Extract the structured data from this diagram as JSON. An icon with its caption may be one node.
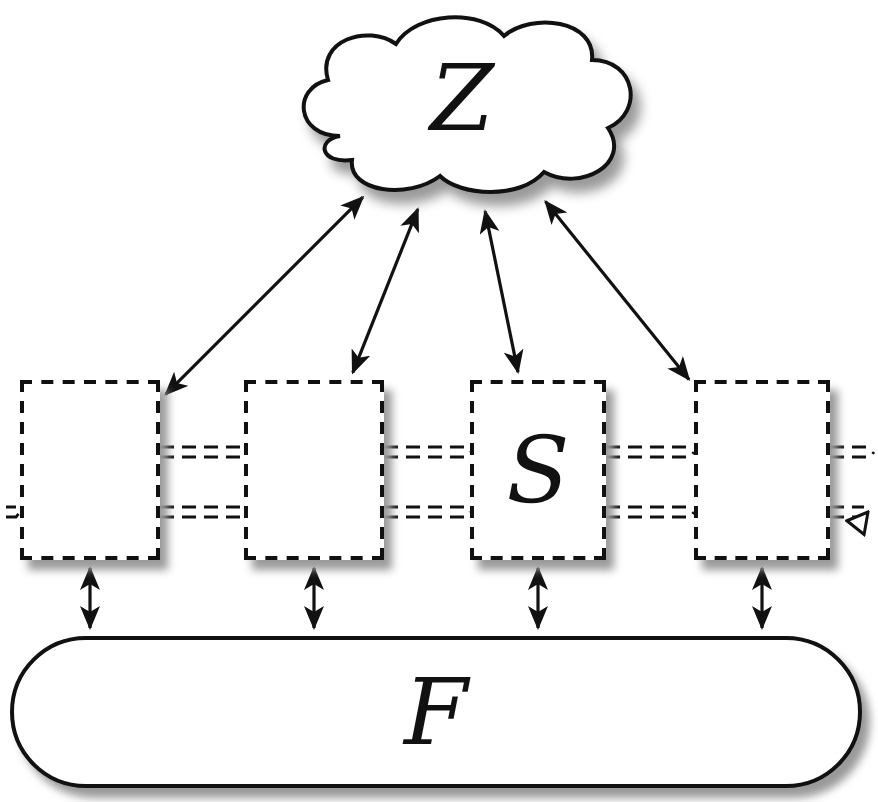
{
  "diagram": {
    "nodes": [
      {
        "text": [
          "Z"
        ]
      },
      {
        "text": [],
        "shape": "box"
      },
      {
        "text": [],
        "shape": "box"
      },
      {
        "text": [
          "S"
        ]
      },
      {
        "text": [],
        "shape": "box"
      },
      {
        "text": [
          "F"
        ]
      }
    ],
    "edges": [
      {
        "from": 0,
        "to": 1,
        "arrow": "both"
      },
      {
        "from": 0,
        "to": 2,
        "arrow": "both"
      },
      {
        "from": 0,
        "to": 3,
        "arrow": "both"
      },
      {
        "from": 0,
        "to": 4,
        "arrow": "both"
      },
      {
        "from": 1,
        "to": 5,
        "arrow": "both"
      },
      {
        "from": 2,
        "to": 5,
        "arrow": "both"
      },
      {
        "from": 3,
        "to": 5,
        "arrow": "both"
      },
      {
        "from": 4,
        "to": 5,
        "arrow": "both"
      },
      {
        "from": 1,
        "to": 2,
        "arrow": "none",
        "style": "dashed"
      },
      {
        "from": 2,
        "to": 3,
        "arrow": "none",
        "style": "dashed"
      },
      {
        "from": 3,
        "to": 4,
        "arrow": "none",
        "style": "dashed"
      },
      {
        "from": 4,
        "to": null,
        "arrow": "none",
        "style": "dashed"
      },
      {
        "from": null,
        "to": 1,
        "arrow": "none",
        "style": "dashed"
      },
      {
        "from": 1,
        "to": 2,
        "arrow": "none",
        "style": "dashed"
      },
      {
        "from": 2,
        "to": 3,
        "arrow": "none",
        "style": "dashed"
      },
      {
        "from": 3,
        "to": 4,
        "arrow": "none",
        "style": "dashed"
      },
      {
        "from": 4,
        "to": null,
        "arrow": "to",
        "style": "dashed"
      }
    ]
  }
}
